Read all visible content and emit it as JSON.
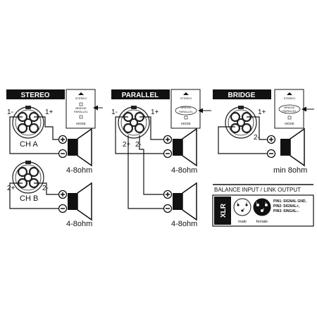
{
  "sections": {
    "stereo": {
      "title": "STEREO",
      "ch_a": {
        "label": "CH A",
        "pin_minus": "1-",
        "pin_plus": "1+",
        "impedance": "4-8ohm"
      },
      "ch_b": {
        "label": "CH B",
        "pin_minus": "2-",
        "pin_plus": "2+",
        "impedance": "4-8ohm"
      },
      "switch": {
        "top": "STEREO",
        "bottom": "BRIDGE\nPARALLEL",
        "mode": "MODE"
      }
    },
    "parallel": {
      "title": "PARALLEL",
      "pin_1_minus": "1-",
      "pin_1_plus": "1+",
      "pin_2_plus": "2+",
      "pin_2_minus": "2-",
      "impedance_1": "4-8ohm",
      "impedance_2": "4-8ohm",
      "switch": {
        "top": "STEREO",
        "bottom": "BRIDGE\nPARALLEL",
        "mode": "MODE"
      }
    },
    "bridge": {
      "title": "BRIDGE",
      "pin_1_plus": "1+",
      "pin_2_minus": "2-",
      "impedance": "min 8ohm",
      "switch": {
        "top": "STEREO",
        "bottom": "BRIDGE\nPARALLEL",
        "mode": "MODE"
      }
    }
  },
  "xlr_panel": {
    "title": "BALANCE INPUT / LINK OUTPUT",
    "badge": "XLR",
    "male": "male",
    "female": "female",
    "pin_numbers_male": [
      "1",
      "2",
      "3"
    ],
    "pin_numbers_female": [
      "2",
      "1",
      "3"
    ],
    "pins": [
      "PIN1: SIGNAL GND,",
      "PIN2: SIGNAL+,",
      "PIN3: SINGAL-."
    ]
  },
  "terminals": {
    "plus": "+",
    "minus": "−"
  }
}
